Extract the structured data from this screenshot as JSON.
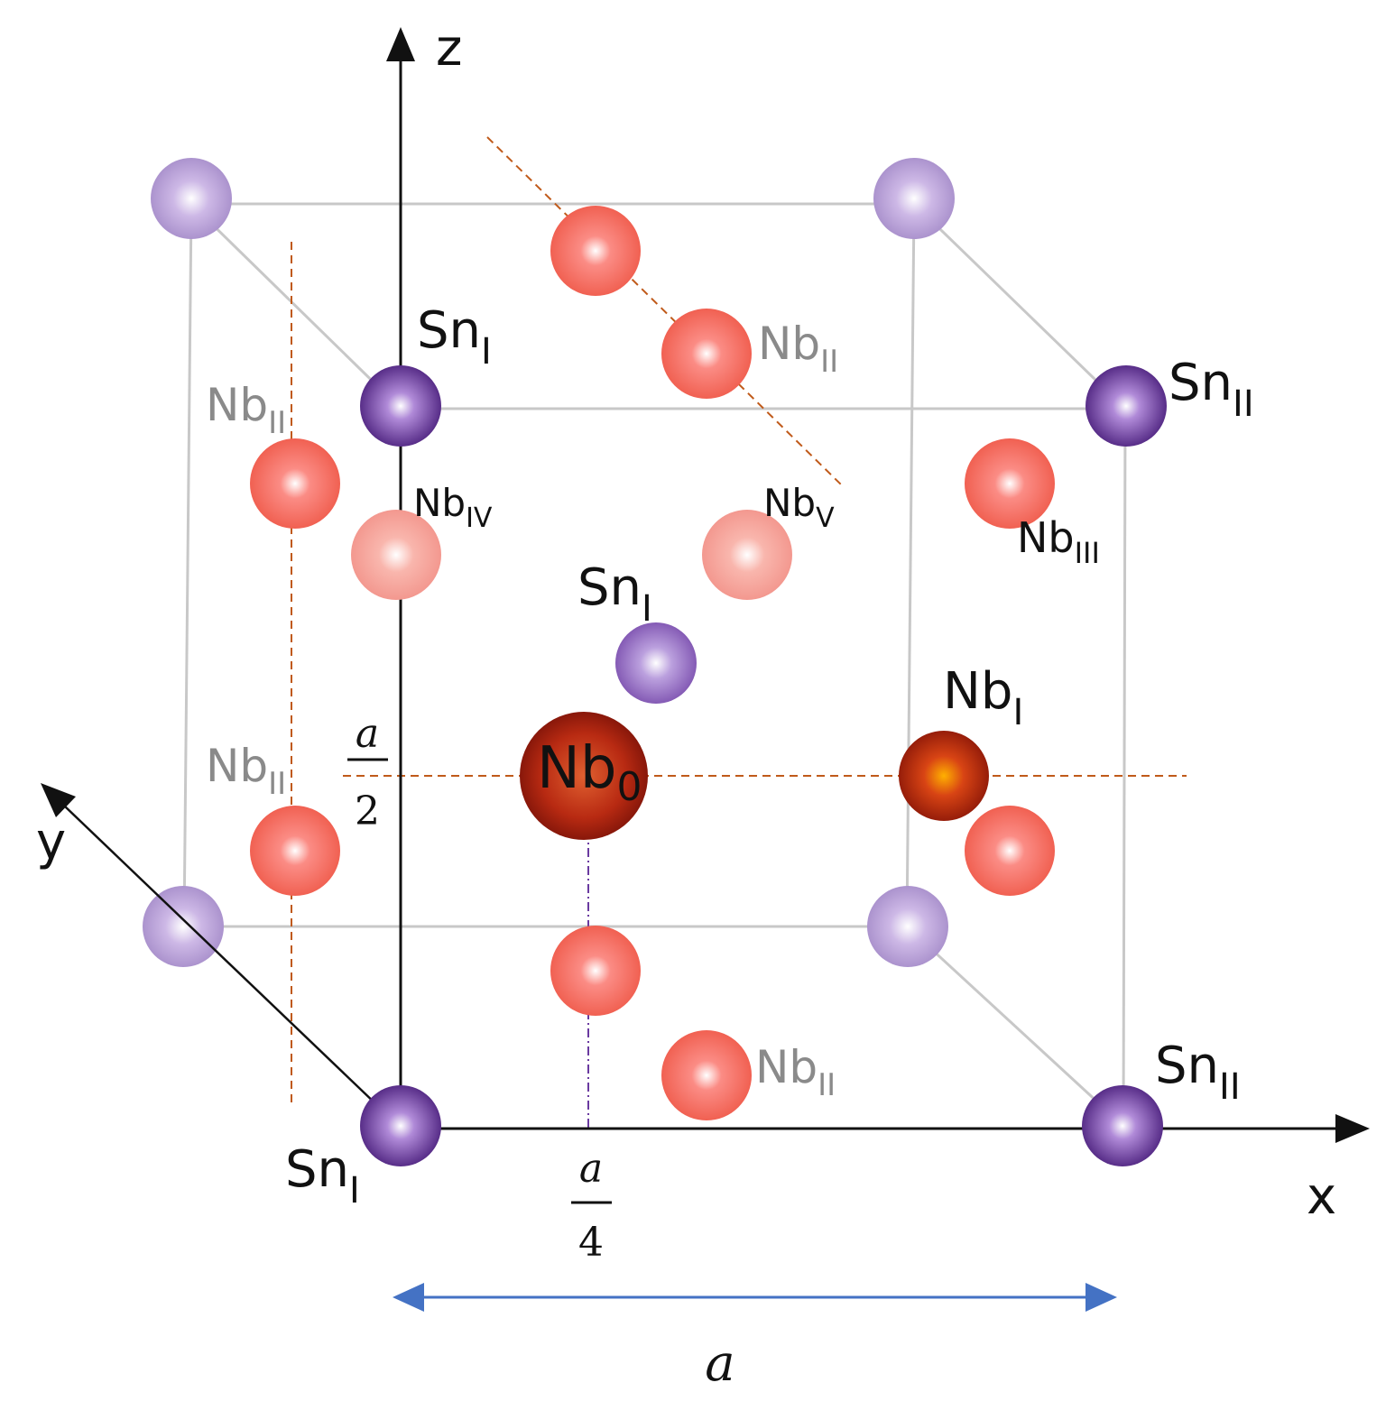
{
  "axes": {
    "x": "x",
    "y": "y",
    "z": "z"
  },
  "species": {
    "sn": "Sn",
    "nb": "Nb"
  },
  "subscripts": {
    "I": "I",
    "II": "II",
    "III": "III",
    "IV": "IV",
    "V": "V",
    "zero": "0"
  },
  "fractions": {
    "half": {
      "numerator": "a",
      "denominator": "2"
    },
    "quarter": {
      "numerator": "a",
      "denominator": "4"
    }
  },
  "lattice_constant": "a",
  "colors": {
    "sn_front": "#5a2a8c",
    "sn_back": "#b7a0d6",
    "nb_chain": "#f26a5c",
    "nb_light": "#f6a49a",
    "nb_center": "#a8200c",
    "cube_edge": "#c8c8c8",
    "guide_dash": "#c05a1a",
    "guide_dashdot": "#6a3aa0",
    "dimension_arrow": "#4472c4",
    "label_dark": "#111111",
    "label_gray": "#8a8a8a"
  }
}
